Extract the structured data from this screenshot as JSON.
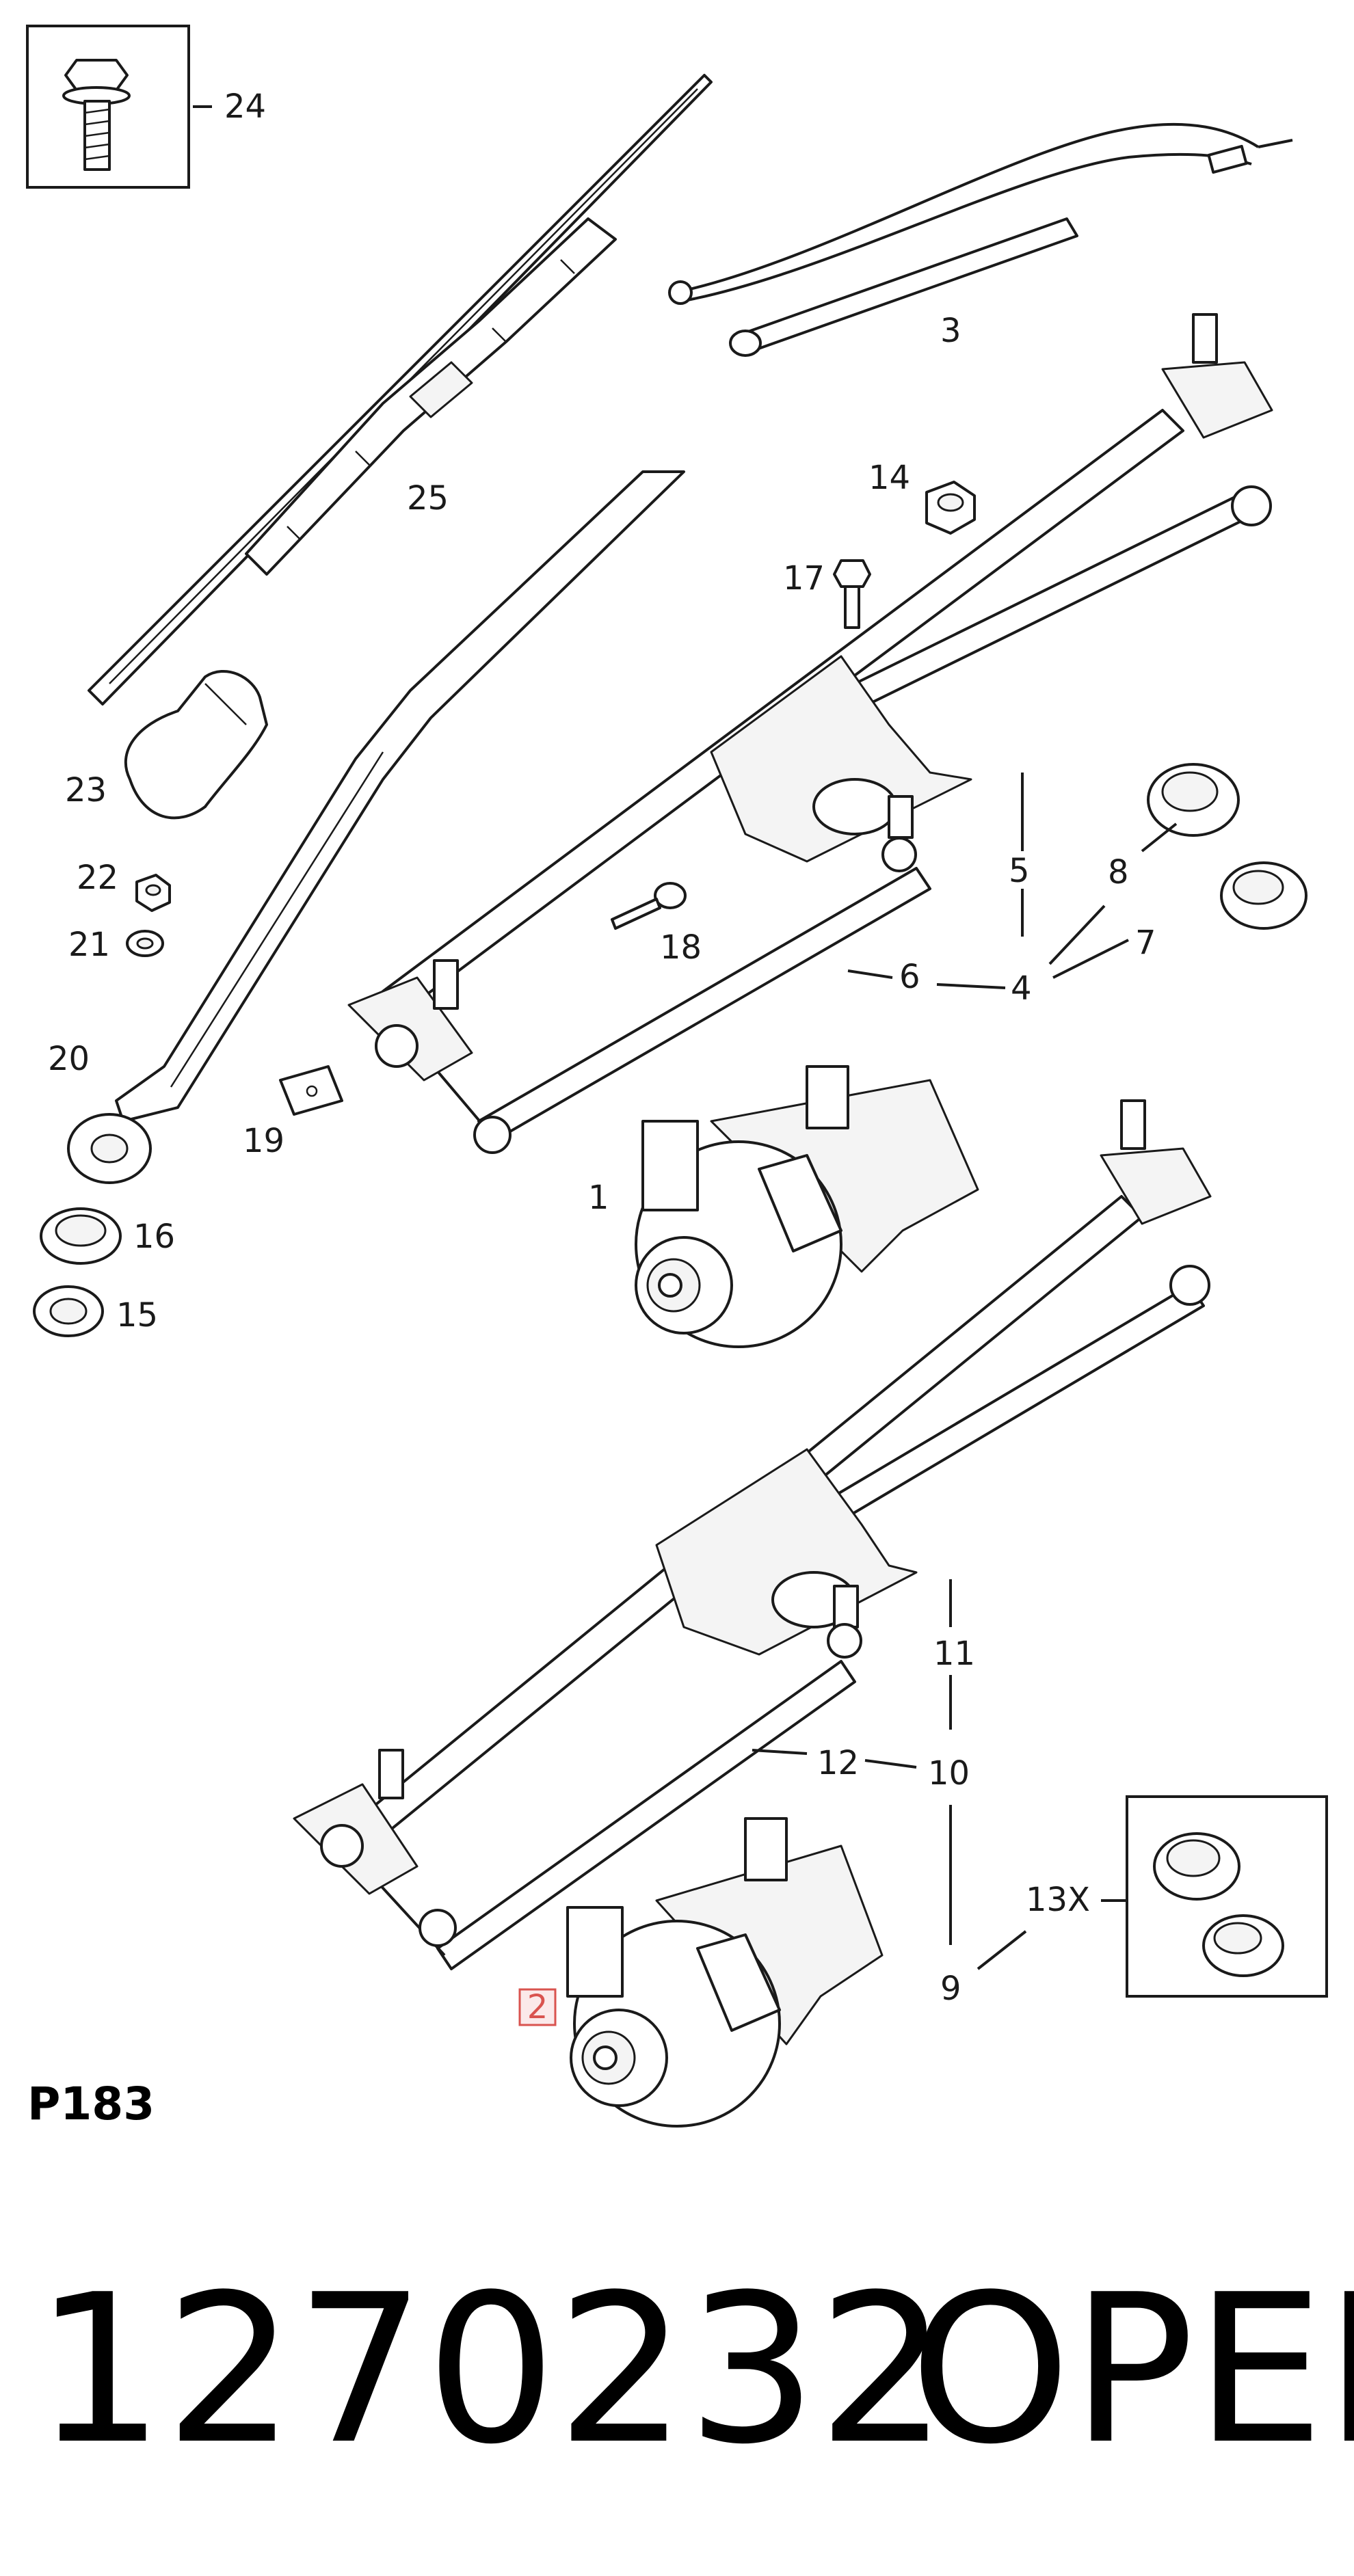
{
  "diagram": {
    "sheet_code": "P183",
    "part_number": "1270232",
    "brand": "OPEL",
    "highlighted_callout": "2",
    "callouts": {
      "c1": "1",
      "c2": "2",
      "c3": "3",
      "c4": "4",
      "c5": "5",
      "c6": "6",
      "c7": "7",
      "c8": "8",
      "c9": "9",
      "c10": "10",
      "c11": "11",
      "c12": "12",
      "c13": "13X",
      "c14": "14",
      "c15": "15",
      "c16": "16",
      "c17": "17",
      "c18": "18",
      "c19": "19",
      "c20": "20",
      "c21": "21",
      "c22": "22",
      "c23": "23",
      "c24": "24",
      "c25": "25"
    },
    "colors": {
      "line": "#1a1a1a",
      "highlight": "#d9534f"
    }
  }
}
